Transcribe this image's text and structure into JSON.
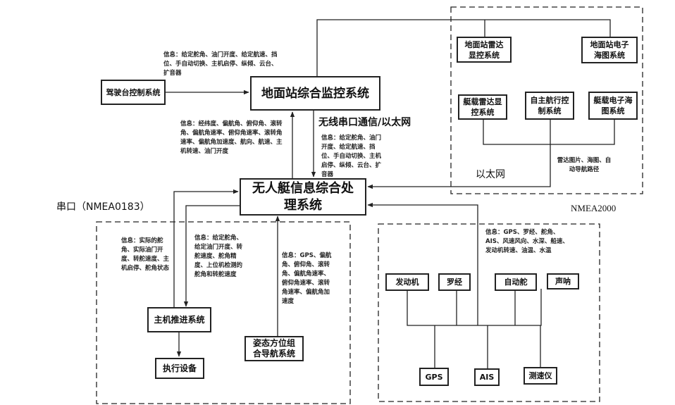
{
  "nodes": {
    "bridge_console": "驾驶台控制系统",
    "ground_station": "地面站综合监控系统",
    "ground_radar": "地面站雷达显控系统",
    "ground_chart": "地面站电子海图系统",
    "boat_radar": "艇载雷达显控系统",
    "autonomous_nav": "自主航行控制系统",
    "boat_chart": "艇载电子海图系统",
    "usv_processor": "无人艇信息综合处理系统",
    "propulsion": "主机推进系统",
    "actuator": "执行设备",
    "ahrs": "姿态方位组合导航系统",
    "engine": "发动机",
    "compass": "罗经",
    "autopilot": "自动舵",
    "sonar": "声呐",
    "gps": "GPS",
    "ais": "AIS",
    "speed_log": "测速仪"
  },
  "labels": {
    "wireless": "无线串口通信/以太网",
    "ethernet": "以太网",
    "serial": "串口（NMEA0183）",
    "nmea2000": "NMEA2000",
    "radar_images": "雷达图片、海图、自动导航路径"
  },
  "info": {
    "console_to_ground": "信息：给定舵角、油门开度、给定航速、挡位、手自动切换、主机启停、纵倾、云台、扩音器",
    "usv_to_ground": "信息：经纬度、偏航角、俯仰角、滚转角、偏航角速率、俯仰角速率、滚转角速率、偏航角加速度、航向、航速、主机转速、油门开度",
    "ground_to_usv": "信息：给定舵角、油门开度、给定航速、挡位、手自动切换、主机启停、纵倾、云台、扩音器",
    "propulsion_to_usv": "信息：实际的舵角、实际油门开度、转舵速度、主机启停、舵角状态",
    "usv_to_propulsion": "信息：给定舵角、给定油门开度、转舵速度、舵角精度、上位机检测的舵角和转舵速度",
    "ahrs_to_usv": "信息：GPS、偏航角、俯仰角、滚转角、偏航角速率、俯仰角速率、滚转角速率、偏航角加速度",
    "nmea_to_usv": "信息：GPS、罗经、舵角、AIS、风速风向、水深、船速、发动机转速、油温、水温"
  }
}
